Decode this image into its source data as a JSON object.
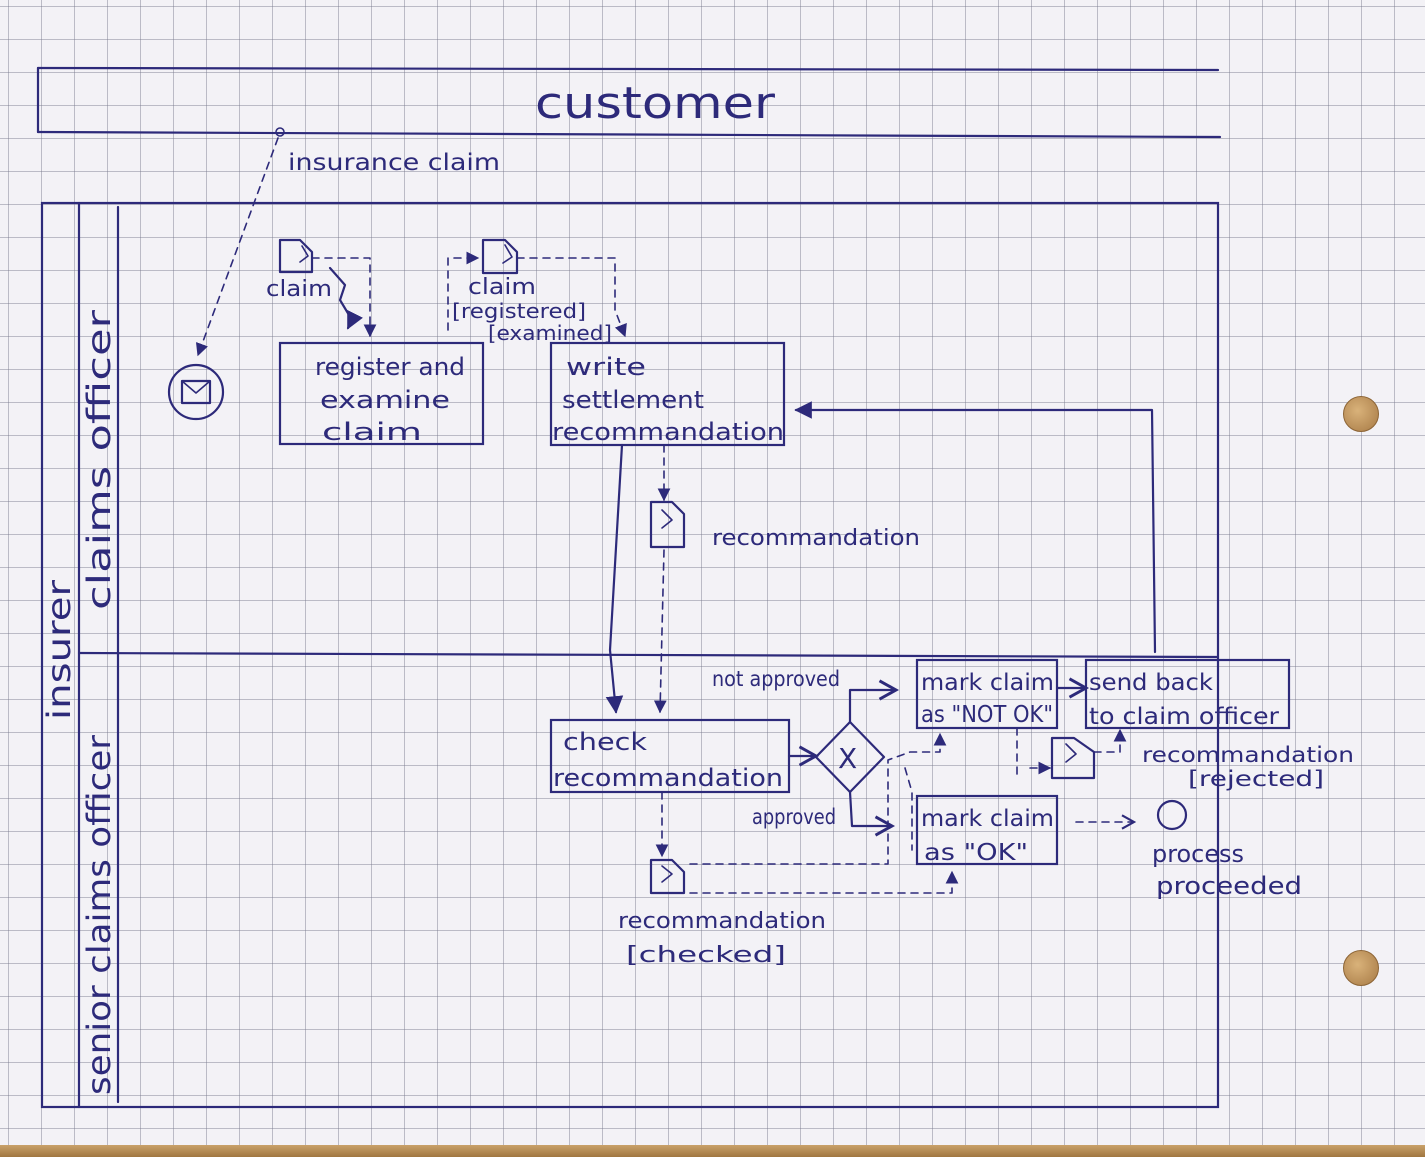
{
  "pools": {
    "customer": "customer",
    "insurer": "insurer"
  },
  "lanes": {
    "claims_officer": "claims officer",
    "senior_claims_officer": "senior claims officer"
  },
  "messages": {
    "insurance_claim": "insurance claim"
  },
  "activities": {
    "register": [
      "register and",
      "examine",
      "claim"
    ],
    "write": [
      "write",
      "settlement",
      "recommandation"
    ],
    "check": [
      "check",
      "recommandation"
    ],
    "mark_not_ok": [
      "mark claim",
      "as \"NOT OK\""
    ],
    "send_back": [
      "send back",
      "to claim officer"
    ],
    "mark_ok": [
      "mark claim",
      "as \"OK\""
    ]
  },
  "data_objects": {
    "claim": "claim",
    "claim_registered": [
      "claim",
      "[registered]",
      "[examined]"
    ],
    "recommandation": "recommandation",
    "recommandation_checked": [
      "recommandation",
      "[checked]"
    ],
    "recommandation_rejected": [
      "recommandation",
      "[rejected]"
    ]
  },
  "gateway": {
    "symbol": "X",
    "not_approved": "not approved",
    "approved": "approved"
  },
  "end_event": {
    "label": [
      "process",
      "proceeded"
    ]
  },
  "colors": {
    "ink": "#2d2a7a",
    "paper": "#f3f2f6",
    "grid": "#8c8ca0",
    "hole": "#c49a60"
  }
}
